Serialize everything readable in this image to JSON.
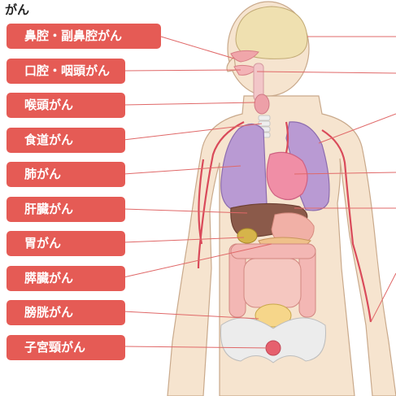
{
  "heading": "がん",
  "accent_color": "#e55b55",
  "labels": [
    {
      "text": "鼻腔・副鼻腔がん",
      "wide": true
    },
    {
      "text": "口腔・咽頭がん"
    },
    {
      "text": "喉頭がん"
    },
    {
      "text": "食道がん"
    },
    {
      "text": "肺がん"
    },
    {
      "text": "肝臓がん"
    },
    {
      "text": "胃がん"
    },
    {
      "text": "膵臓がん"
    },
    {
      "text": "膀胱がん"
    },
    {
      "text": "子宮頸がん"
    }
  ]
}
